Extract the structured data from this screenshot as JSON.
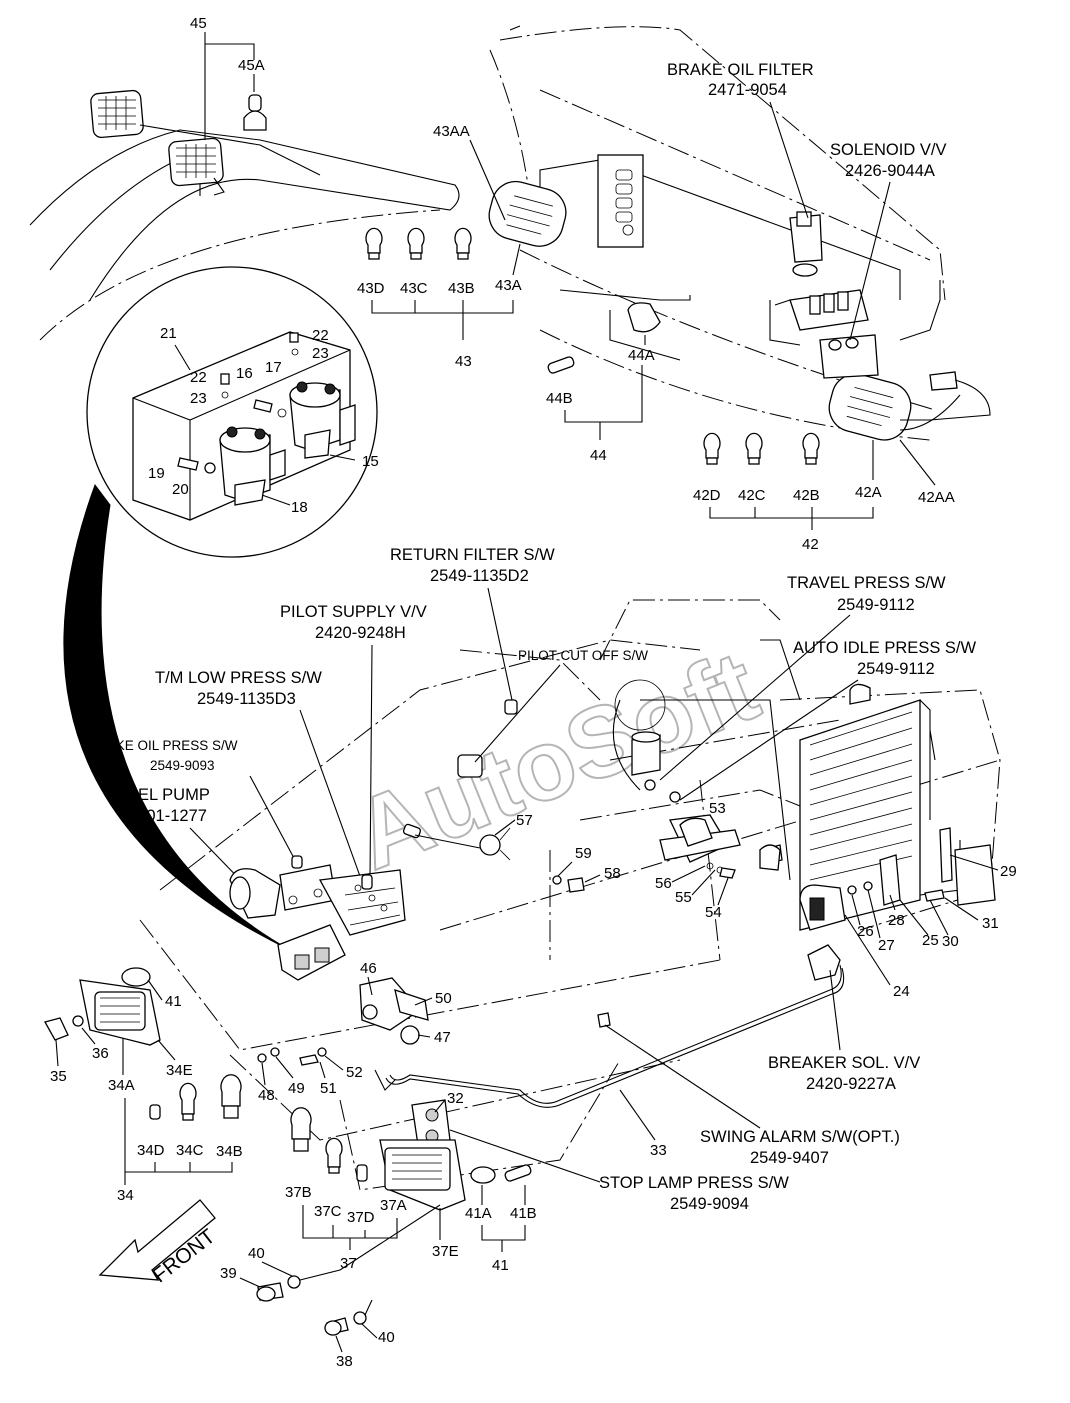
{
  "watermark": "AutoSoft",
  "components": {
    "brake_oil_filter": {
      "name": "BRAKE OIL FILTER",
      "code": "2471-9054"
    },
    "solenoid_vv": {
      "name": "SOLENOID V/V",
      "code": "2426-9044A"
    },
    "return_filter_sw": {
      "name": "RETURN FILTER S/W",
      "code": "2549-1135D2"
    },
    "travel_press_sw": {
      "name": "TRAVEL PRESS S/W",
      "code": "2549-9112"
    },
    "pilot_supply_vv": {
      "name": "PILOT SUPPLY V/V",
      "code": "2420-9248H"
    },
    "pilot_cut_off_sw": {
      "name": "PILOT CUT OFF S/W"
    },
    "auto_idle_press_sw": {
      "name": "AUTO IDLE PRESS S/W",
      "code": "2549-9112"
    },
    "tm_low_press_sw": {
      "name": "T/M LOW PRESS S/W",
      "code": "2549-1135D3"
    },
    "brake_oil_press_sw": {
      "name": "BRAKE OIL PRESS S/W",
      "code": "2549-9093"
    },
    "fuel_pump": {
      "name": "FUEL PUMP",
      "code": "2401-1277"
    },
    "breaker_sol_vv": {
      "name": "BREAKER SOL. V/V",
      "code": "2420-9227A"
    },
    "swing_alarm_sw": {
      "name": "SWING ALARM S/W(OPT.)",
      "code": "2549-9407"
    },
    "stop_lamp_press_sw": {
      "name": "STOP LAMP PRESS S/W",
      "code": "2549-9094"
    }
  },
  "front_label": "FRONT",
  "part_numbers": {
    "p45": "45",
    "p45A": "45A",
    "p43AA": "43AA",
    "p43D": "43D",
    "p43C": "43C",
    "p43B": "43B",
    "p43A": "43A",
    "p43": "43",
    "p44A": "44A",
    "p44B": "44B",
    "p44": "44",
    "p42D": "42D",
    "p42C": "42C",
    "p42B": "42B",
    "p42A": "42A",
    "p42AA": "42AA",
    "p42": "42",
    "p21": "21",
    "p22a": "22",
    "p22b": "22",
    "p23a": "23",
    "p23b": "23",
    "p16": "16",
    "p17": "17",
    "p15": "15",
    "p18": "18",
    "p19": "19",
    "p20": "20",
    "p57": "57",
    "p59": "59",
    "p58": "58",
    "p53": "53",
    "p56": "56",
    "p55": "55",
    "p54": "54",
    "p29": "29",
    "p26": "26",
    "p27": "27",
    "p28": "28",
    "p25": "25",
    "p31": "31",
    "p30": "30",
    "p24": "24",
    "p41": "41",
    "p46": "46",
    "p50": "50",
    "p47": "47",
    "p35": "35",
    "p36": "36",
    "p34A": "34A",
    "p34E": "34E",
    "p48": "48",
    "p49": "49",
    "p51": "51",
    "p52": "52",
    "p34D": "34D",
    "p34C": "34C",
    "p34B": "34B",
    "p34": "34",
    "p32": "32",
    "p33": "33",
    "p37B": "37B",
    "p37C": "37C",
    "p37D": "37D",
    "p37A": "37A",
    "p37E": "37E",
    "p37": "37",
    "p41A": "41A",
    "p41B": "41B",
    "p41b": "41",
    "p40a": "40",
    "p39": "39",
    "p40b": "40",
    "p38": "38"
  }
}
